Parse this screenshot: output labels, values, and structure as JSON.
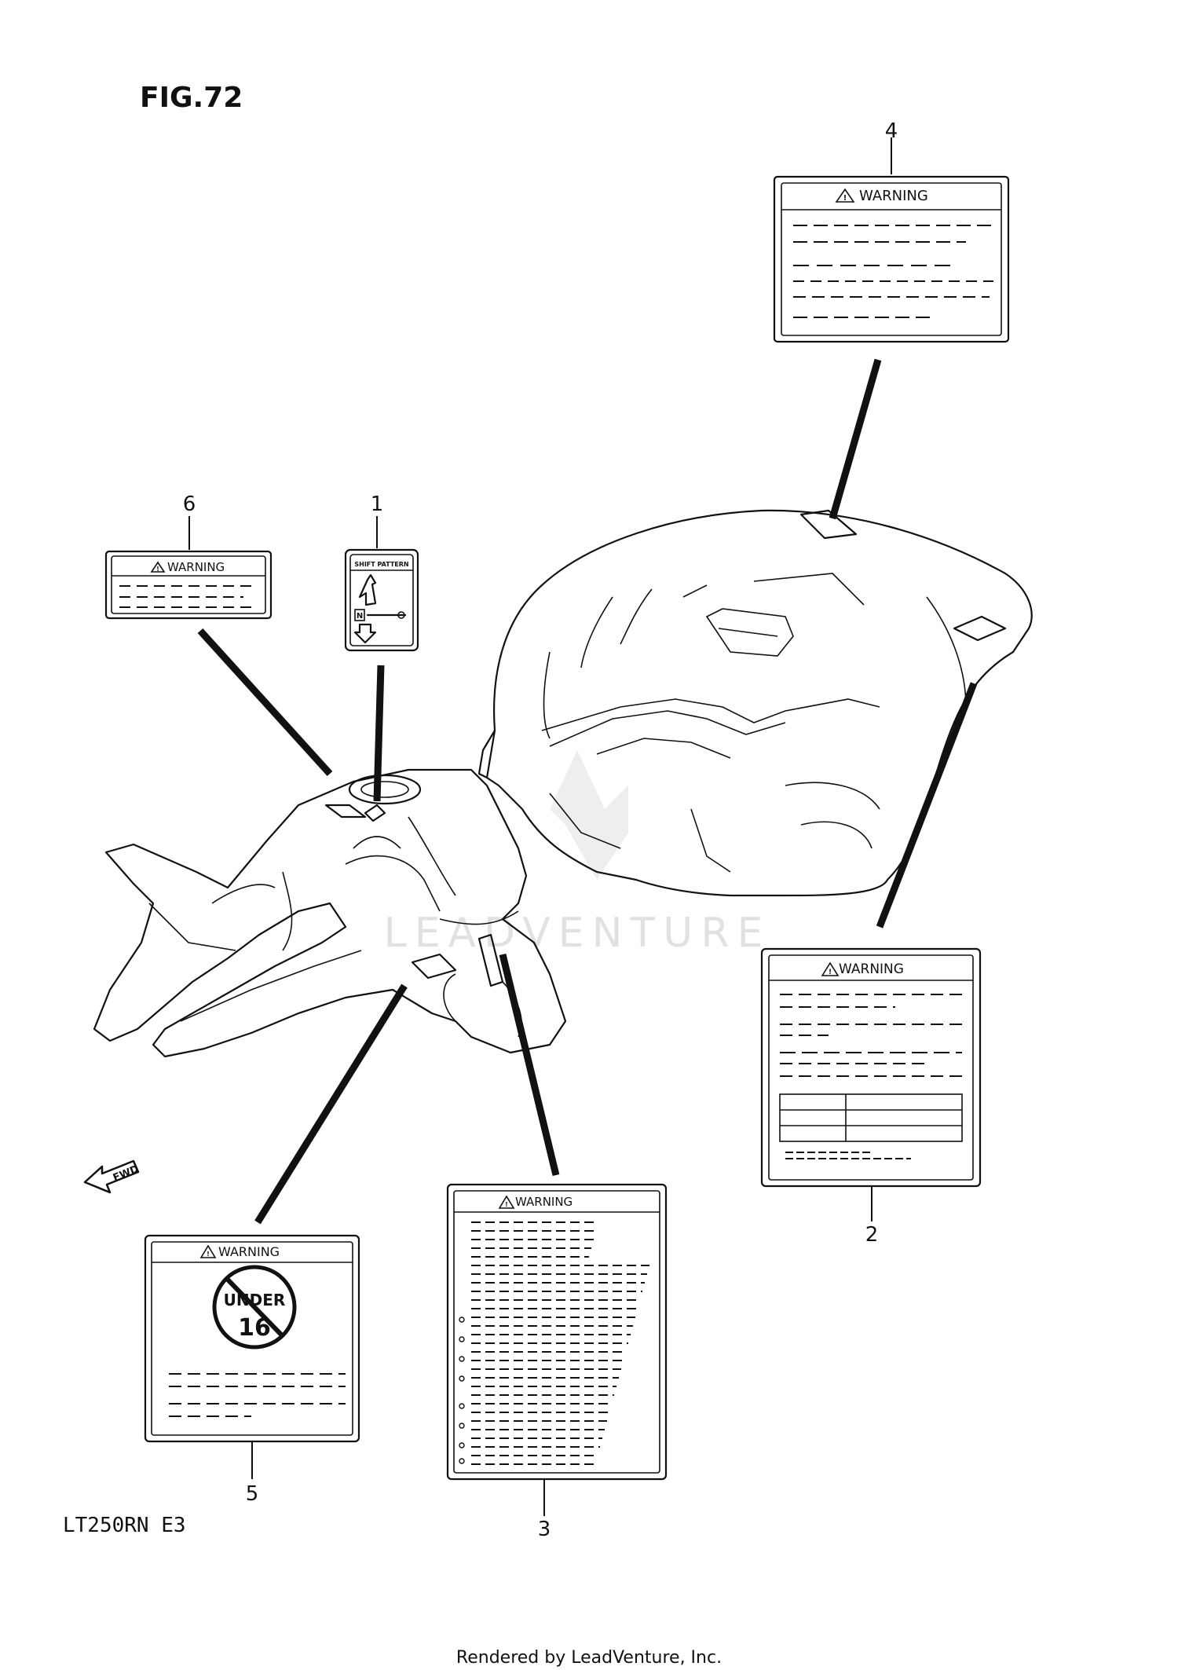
{
  "figure_title": "FIG.72",
  "model_code": "LT250RN  E3",
  "footer": "Rendered by LeadVenture, Inc.",
  "watermark": "LEADVENTURE",
  "fwd_label": "FWD",
  "warning_text": "WARNING",
  "shift_pattern_text": "SHIFT PATTERN",
  "shift_neutral": "N",
  "under_16": {
    "top": "UNDER",
    "bottom": "16"
  },
  "callouts": [
    "1",
    "2",
    "3",
    "4",
    "5",
    "6"
  ]
}
